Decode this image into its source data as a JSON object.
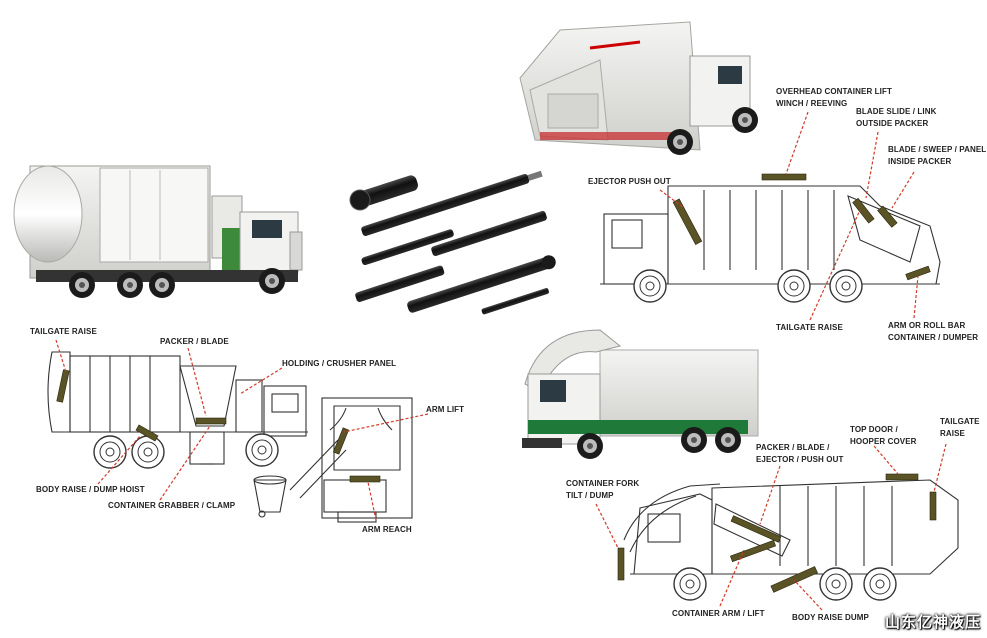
{
  "colors": {
    "cylinder": "#5a5326",
    "leader": "#d23a2a",
    "line": "#333333",
    "cab_green": "#1f7a3a"
  },
  "diagrams": {
    "side_loader": {
      "labels": {
        "tailgate_raise": "TAILGATE RAISE",
        "packer_blade": "PACKER / BLADE",
        "holding_panel": "HOLDING / CRUSHER PANEL",
        "arm_lift": "ARM LIFT",
        "body_raise": "BODY RAISE / DUMP HOIST",
        "container_grabber": "CONTAINER GRABBER / CLAMP",
        "arm_reach": "ARM REACH"
      }
    },
    "rear_loader": {
      "labels": {
        "overhead_lift_1": "OVERHEAD CONTAINER LIFT",
        "overhead_lift_2": "WINCH / REEVING",
        "blade_slide_1": "BLADE SLIDE / LINK",
        "blade_slide_2": "OUTSIDE PACKER",
        "blade_sweep_1": "BLADE / SWEEP / PANEL",
        "blade_sweep_2": "INSIDE PACKER",
        "ejector": "EJECTOR PUSH OUT",
        "tailgate": "TAILGATE RAISE",
        "arm_bar_1": "ARM OR ROLL BAR",
        "arm_bar_2": "CONTAINER / DUMPER"
      }
    },
    "front_loader": {
      "labels": {
        "packer_1": "PACKER / BLADE /",
        "packer_2": "EJECTOR / PUSH OUT",
        "top_door_1": "TOP DOOR /",
        "top_door_2": "HOOPER COVER",
        "tailgate_1": "TAILGATE",
        "tailgate_2": "RAISE",
        "fork_1": "CONTAINER FORK",
        "fork_2": "TILT / DUMP",
        "arm_lift": "CONTAINER ARM / LIFT",
        "body_raise": "BODY RAISE DUMP"
      }
    }
  },
  "watermark": "山东亿神液压"
}
